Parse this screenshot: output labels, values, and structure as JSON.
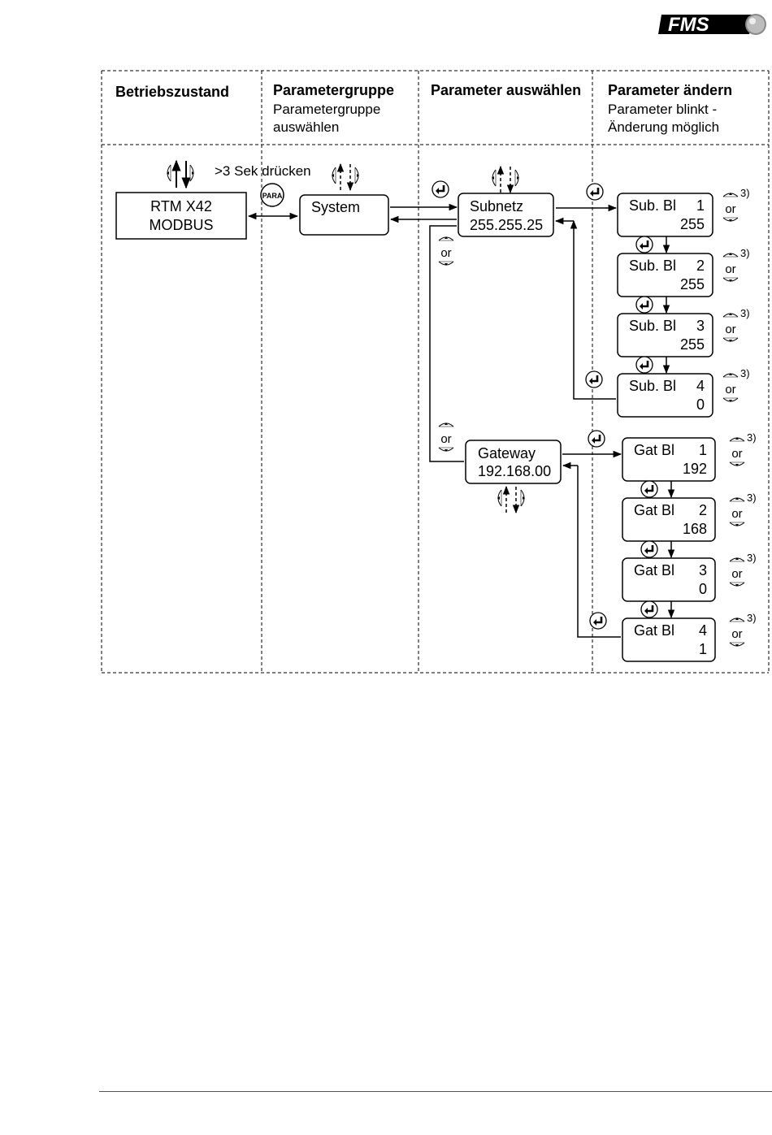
{
  "brand": {
    "logo_text": "FMS"
  },
  "columns": [
    {
      "title": "Betriebszustand",
      "subtitle": ""
    },
    {
      "title": "Parametergruppe",
      "subtitle": "Parametergruppe\nauswählen"
    },
    {
      "title": "Parameter auswählen",
      "subtitle": ""
    },
    {
      "title": "Parameter ändern",
      "subtitle": "Parameter blinkt -\nÄnderung möglich"
    }
  ],
  "operating_box": {
    "line1": "RTM X42",
    "line2": "MODBUS"
  },
  "press_hint": ">3 Sek drücken",
  "para_button": "PARA",
  "group_box": {
    "line1": "System"
  },
  "param_boxes": [
    {
      "line1": "Subnetz",
      "line2": "255.255.25"
    },
    {
      "line1": "Gateway",
      "line2": "192.168.00"
    }
  ],
  "or_label": "or",
  "footnote_ref": "3)",
  "subnet_blocks": [
    {
      "label": "Sub. Bl",
      "index": "1",
      "value": "255"
    },
    {
      "label": "Sub. Bl",
      "index": "2",
      "value": "255"
    },
    {
      "label": "Sub. Bl",
      "index": "3",
      "value": "255"
    },
    {
      "label": "Sub. Bl",
      "index": "4",
      "value": "0"
    }
  ],
  "gateway_blocks": [
    {
      "label": "Gat  Bl",
      "index": "1",
      "value": "192"
    },
    {
      "label": "Gat  Bl",
      "index": "2",
      "value": "168"
    },
    {
      "label": "Gat  Bl",
      "index": "3",
      "value": "0"
    },
    {
      "label": "Gat  Bl",
      "index": "4",
      "value": "1"
    }
  ]
}
